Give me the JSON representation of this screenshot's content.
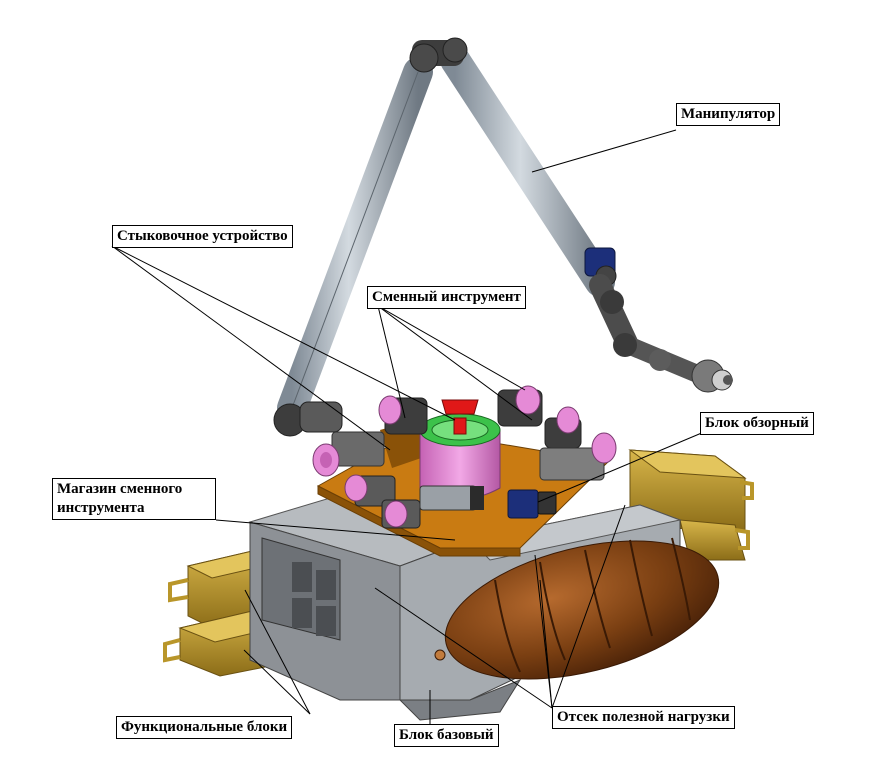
{
  "labels": {
    "manipulator": "Манипулятор",
    "docking": "Стыковочное устройство",
    "tool": "Сменный инструмент",
    "observer": "Блок обзорный",
    "magazine": "Магазин сменного инструмента",
    "functional": "Функциональные блоки",
    "base": "Блок базовый",
    "payload": "Отсек полезной нагрузки"
  },
  "colors": {
    "arm": "#a9b3bd",
    "joint": "#3d3d3d",
    "platform": "#c97b12",
    "base_gray": "#9a9ea3",
    "tank": "#7a3f12",
    "gold": "#b9962a",
    "pink": "#e58ad6",
    "green": "#3cc24a",
    "red": "#e01818",
    "navy": "#1c2f7a"
  }
}
